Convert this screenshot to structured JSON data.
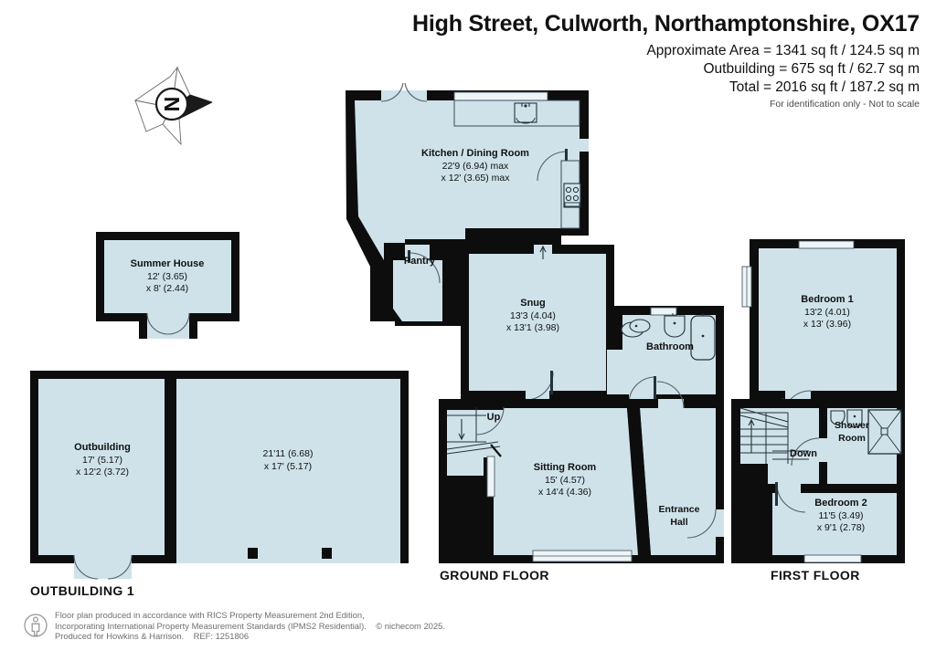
{
  "header": {
    "title": "High Street, Culworth, Northamptonshire, OX17",
    "area_line": "Approximate Area = 1341 sq ft / 124.5 sq m",
    "outbuilding_line": "Outbuilding = 675 sq ft / 62.7 sq m",
    "total_line": "Total = 2016 sq ft / 187.2 sq m",
    "disclaimer": "For identification only - Not to scale"
  },
  "compass": {
    "label": "N"
  },
  "floors": {
    "ground": "GROUND FLOOR",
    "first": "FIRST FLOOR",
    "outbuilding": "OUTBUILDING 1"
  },
  "rooms": {
    "kitchen": {
      "name": "Kitchen / Dining Room",
      "dim1": "22'9 (6.94) max",
      "dim2": "x 12' (3.65) max"
    },
    "pantry": {
      "name": "Pantry",
      "dim1": "",
      "dim2": ""
    },
    "snug": {
      "name": "Snug",
      "dim1": "13'3 (4.04)",
      "dim2": "x 13'1 (3.98)"
    },
    "bathroom": {
      "name": "Bathroom",
      "dim1": "",
      "dim2": ""
    },
    "sitting_room": {
      "name": "Sitting Room",
      "dim1": "15' (4.57)",
      "dim2": "x 14'4 (4.36)"
    },
    "entrance_hall": {
      "name": "Entrance",
      "name2": "Hall"
    },
    "bedroom1": {
      "name": "Bedroom 1",
      "dim1": "13'2 (4.01)",
      "dim2": "x 13' (3.96)"
    },
    "bedroom2": {
      "name": "Bedroom 2",
      "dim1": "11'5 (3.49)",
      "dim2": "x 9'1 (2.78)"
    },
    "shower_room": {
      "name": "Shower",
      "name2": "Room"
    },
    "summer_house": {
      "name": "Summer House",
      "dim1": "12' (3.65)",
      "dim2": "x 8' (2.44)"
    },
    "outbuilding_a": {
      "name": "Outbuilding",
      "dim1": "17' (5.17)",
      "dim2": "x 12'2 (3.72)"
    },
    "outbuilding_b": {
      "name": "",
      "dim1": "21'11 (6.68)",
      "dim2": "x 17' (5.17)"
    }
  },
  "stairs": {
    "up": "Up",
    "down": "Down"
  },
  "footer": {
    "line1": "Floor plan produced in accordance with RICS Property Measurement 2nd Edition,",
    "line2a": "Incorporating International Property Measurement Standards (IPMS2 Residential).",
    "line2b": "© nichecom 2025.",
    "line3a": "Produced for Howkins & Harrison.",
    "line3b": "REF: 1251806"
  },
  "colors": {
    "room_fill": "#cfe2ea",
    "wall": "#0d0d0d",
    "text": "#111111",
    "footer_text": "#6f6f6f",
    "fixture_line": "#1b2a33"
  }
}
